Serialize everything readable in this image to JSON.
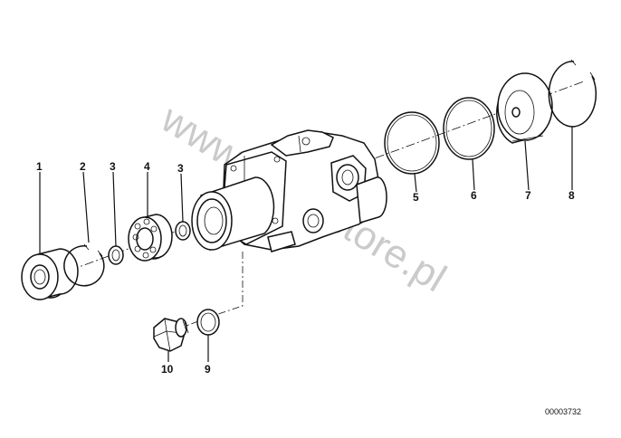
{
  "watermark": "www.BMWstore.pl",
  "reference": "00003732",
  "labels": [
    {
      "id": "1",
      "text": "1"
    },
    {
      "id": "2",
      "text": "2"
    },
    {
      "id": "3a",
      "text": "3"
    },
    {
      "id": "4",
      "text": "4"
    },
    {
      "id": "3b",
      "text": "3"
    },
    {
      "id": "5",
      "text": "5"
    },
    {
      "id": "6",
      "text": "6"
    },
    {
      "id": "7",
      "text": "7"
    },
    {
      "id": "8",
      "text": "8"
    },
    {
      "id": "9",
      "text": "9"
    },
    {
      "id": "10",
      "text": "10"
    }
  ]
}
